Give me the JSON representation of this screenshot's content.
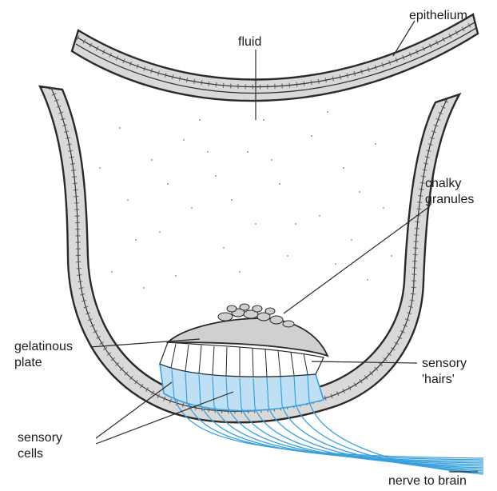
{
  "labels": {
    "epithelium": "epithelium",
    "fluid": "fluid",
    "chalky_1": "chalky",
    "chalky_2": "granules",
    "gelatinous_1": "gelatinous",
    "gelatinous_2": "plate",
    "sensory_hairs_1": "sensory",
    "sensory_hairs_2": "'hairs'",
    "sensory_cells_1": "sensory",
    "sensory_cells_2": "cells",
    "nerve": "nerve to brain"
  },
  "colors": {
    "line": "#2a2a2a",
    "wall_fill": "#d9d9d9",
    "cell_fill": "#f2f2f2",
    "sensory_blue": "#3aa0dc",
    "sensory_fill": "#bfe0f4",
    "plate_fill": "#d0d0d0",
    "granule_fill": "#cfcfcf",
    "stipple": "#9a9a9a"
  }
}
